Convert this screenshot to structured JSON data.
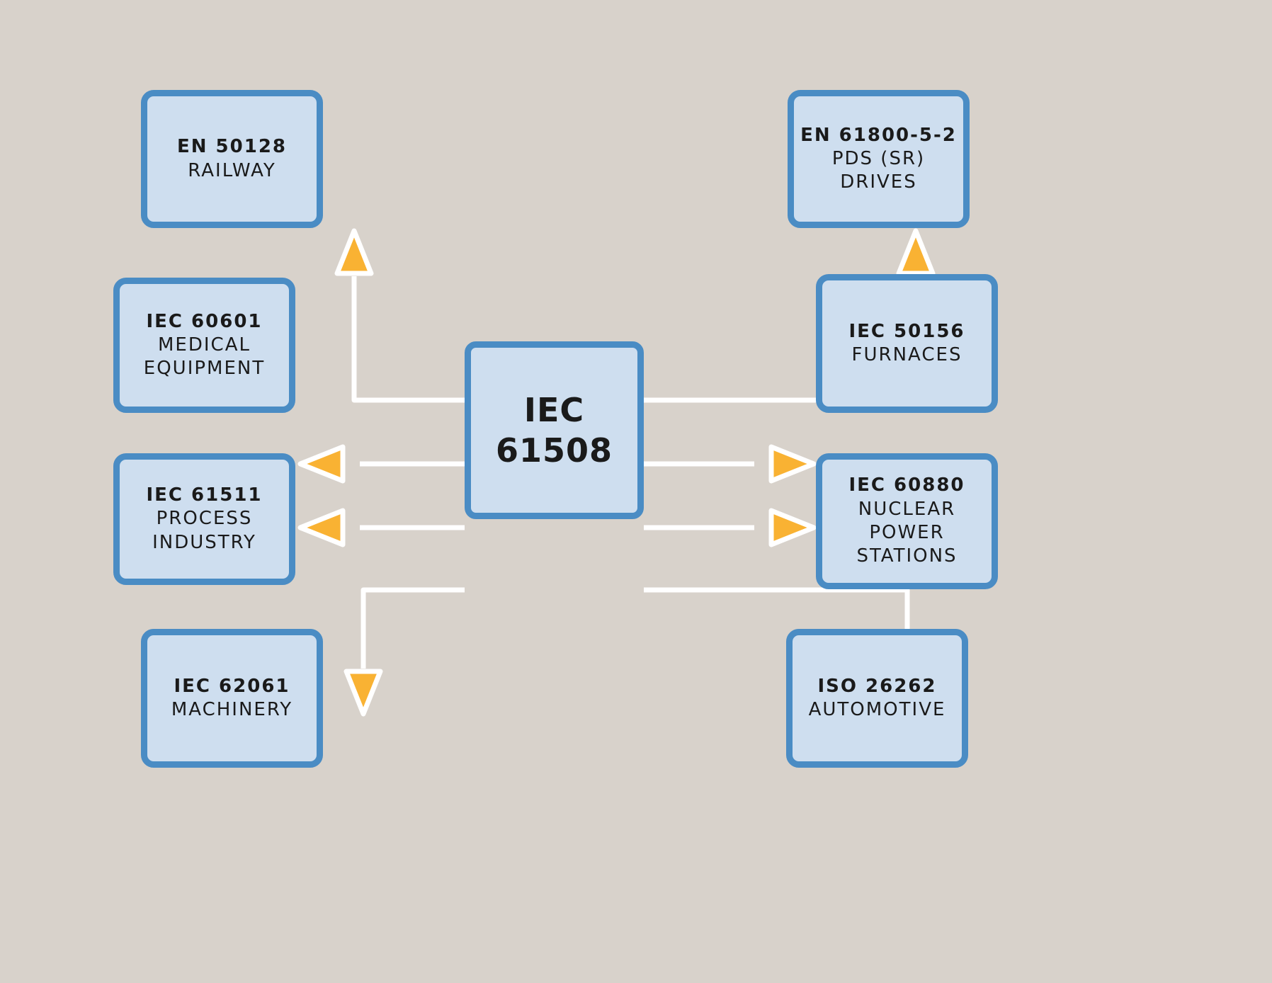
{
  "diagram": {
    "title": "IEC 61508 standard family derivation diagram",
    "background_color": "#d8d2cb",
    "node_fill": "#cedeef",
    "node_border": "#4a8cc4",
    "connector_color": "#ffffff",
    "arrowhead_color": "#f9b233"
  },
  "center": {
    "line1": "IEC",
    "line2": "61508"
  },
  "nodes": {
    "railway": {
      "code": "EN 50128",
      "sector_line1": "RAILWAY"
    },
    "medical": {
      "code": "IEC 60601",
      "sector_line1": "MEDICAL",
      "sector_line2": "EQUIPMENT"
    },
    "process": {
      "code": "IEC 61511",
      "sector_line1": "PROCESS",
      "sector_line2": "INDUSTRY"
    },
    "machinery": {
      "code": "IEC 62061",
      "sector_line1": "MACHINERY"
    },
    "drives": {
      "code": "EN 61800-5-2",
      "sector_line1": "PDS (SR)",
      "sector_line2": "DRIVES"
    },
    "furnaces": {
      "code": "IEC 50156",
      "sector_line1": "FURNACES"
    },
    "nuclear": {
      "code": "IEC 60880",
      "sector_line1": "NUCLEAR",
      "sector_line2": "POWER",
      "sector_line3": "STATIONS"
    },
    "automotive": {
      "code": "ISO 26262",
      "sector_line1": "AUTOMOTIVE"
    }
  },
  "connectors": [
    {
      "from": "center",
      "to": "railway",
      "direction": "up"
    },
    {
      "from": "center",
      "to": "medical",
      "direction": "left"
    },
    {
      "from": "center",
      "to": "process",
      "direction": "left"
    },
    {
      "from": "center",
      "to": "machinery",
      "direction": "down"
    },
    {
      "from": "center",
      "to": "drives",
      "direction": "up"
    },
    {
      "from": "center",
      "to": "furnaces",
      "direction": "right"
    },
    {
      "from": "center",
      "to": "nuclear",
      "direction": "right"
    },
    {
      "from": "center",
      "to": "automotive",
      "direction": "down"
    }
  ]
}
